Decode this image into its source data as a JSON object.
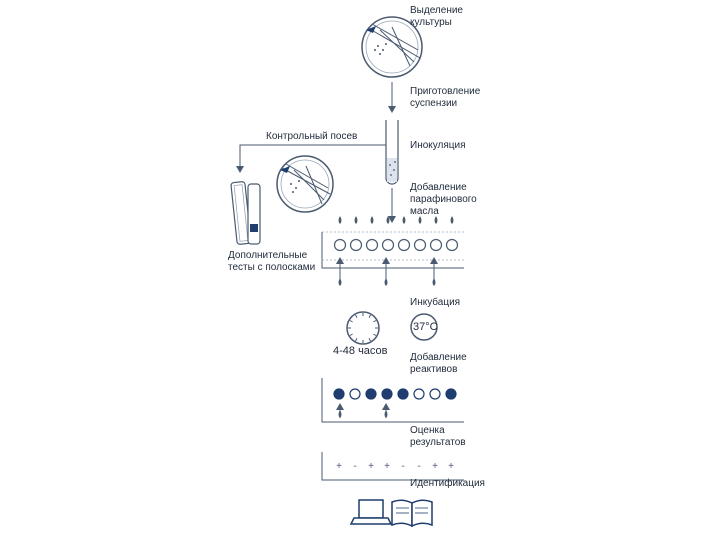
{
  "steps": {
    "isolation": "Выделение\nкультуры",
    "suspension": "Приготовление\nсуспензии",
    "inoculation": "Инокуляция",
    "control_culture": "Контрольный посев",
    "paraffin": "Добавление\nпарафинового\nмасла",
    "extra_tests": "Дополнительные\nтесты с полосками",
    "incubation": "Инкубация",
    "temperature": "37°C",
    "duration": "4-48 часов",
    "reagents": "Добавление\nреактивов",
    "evaluation": "Оценка\nрезультатов",
    "identification": "Идентификация"
  },
  "plate_results": [
    "filled",
    "empty",
    "filled",
    "filled",
    "filled",
    "empty",
    "empty",
    "filled"
  ],
  "signs": [
    "+",
    "-",
    "+",
    "+",
    "-",
    "-",
    "+",
    "+"
  ],
  "colors": {
    "ink": "#4a5a70",
    "navy": "#1f3d6e",
    "light": "#9aa8bb"
  },
  "icons": {
    "petri": "petri-dish-icon",
    "tube": "test-tube-icon",
    "clock": "clock-icon",
    "laptop": "laptop-icon",
    "book": "book-icon"
  }
}
